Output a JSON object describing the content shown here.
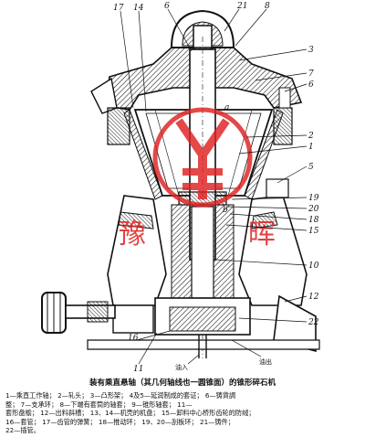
{
  "figure": {
    "callouts_top": [
      "17",
      "14",
      "6",
      "21",
      "8"
    ],
    "callouts_right": [
      "3",
      "7",
      "6",
      "2",
      "1",
      "5",
      "19",
      "20",
      "18",
      "15",
      "10",
      "12",
      "22"
    ],
    "callouts_bottom": [
      "11",
      "16"
    ],
    "inner_labels": [
      "a",
      "b"
    ],
    "bottom_labels": {
      "oil_in": "油入",
      "oil_out": "油出"
    },
    "watermark": {
      "text_left": "豫",
      "text_right": "晖",
      "color": "#e02020"
    }
  },
  "caption": "装有乘直悬轴（其几何轴线也一圆锥面）的锥形碎石机",
  "legend": [
    "1—乘直工作轴；  2—轧头；  3—凸形架；  4及5—延润制成的套证；  6—铸貨調",
    "整；  7—支承环；  8—下端有套筒的轴套；  9—锥形轴套；  11—",
    "套形盘榆；  12—出料斜槽；  13、14—机壳的机盘；  15—卸料中心桥形齿轮的防绒；",
    "16—套管；  17—齿管的弹簧；  18—推动环；  19、20—刮板环；  21—铸件；",
    "22—插管。"
  ]
}
